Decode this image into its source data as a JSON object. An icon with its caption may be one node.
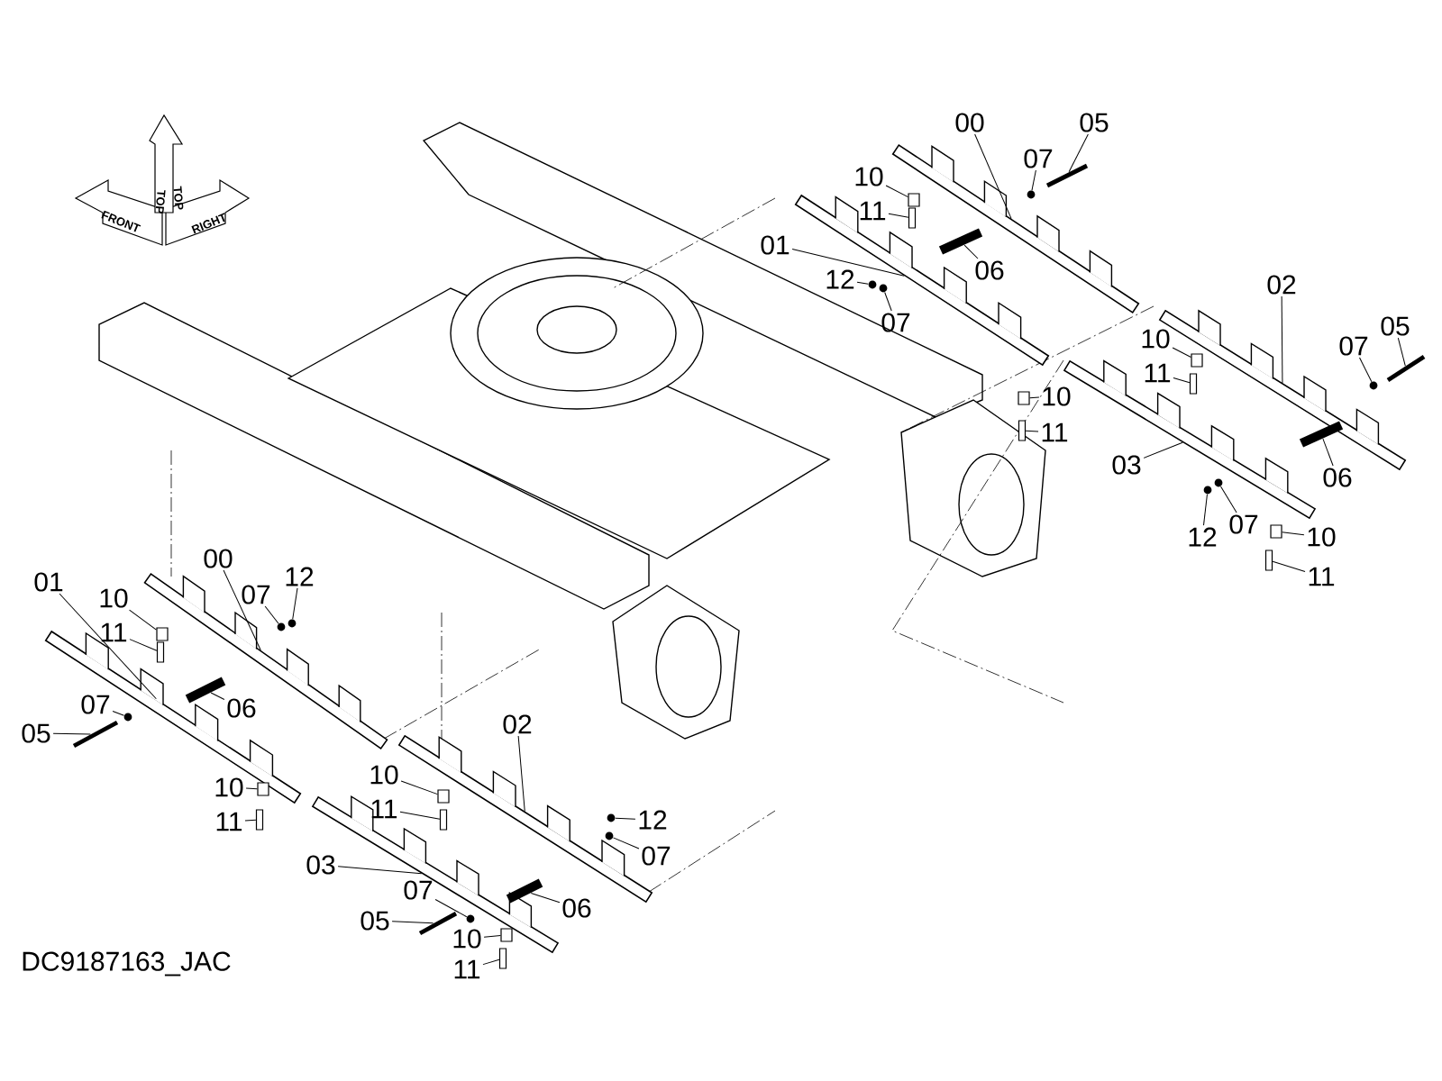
{
  "diagram": {
    "nodes": [
      {
        "text": [
          "00"
        ]
      },
      {
        "text": [
          "05"
        ]
      },
      {
        "text": [
          "07"
        ]
      },
      {
        "text": [
          "10"
        ]
      },
      {
        "text": [
          "11"
        ]
      },
      {
        "text": [
          "01"
        ]
      },
      {
        "text": [
          "06"
        ]
      },
      {
        "text": [
          "12"
        ]
      },
      {
        "text": [
          "07"
        ]
      },
      {
        "text": [
          "10"
        ]
      },
      {
        "text": [
          "11"
        ]
      },
      {
        "text": [
          "02"
        ]
      },
      {
        "text": [
          "07"
        ]
      },
      {
        "text": [
          "05"
        ]
      },
      {
        "text": [
          "10"
        ]
      },
      {
        "text": [
          "11"
        ]
      },
      {
        "text": [
          "03"
        ]
      },
      {
        "text": [
          "06"
        ]
      },
      {
        "text": [
          "12"
        ]
      },
      {
        "text": [
          "07"
        ]
      },
      {
        "text": [
          "10"
        ]
      },
      {
        "text": [
          "11"
        ]
      },
      {
        "text": [
          "01"
        ]
      },
      {
        "text": [
          "00"
        ]
      },
      {
        "text": [
          "07"
        ]
      },
      {
        "text": [
          "12"
        ]
      },
      {
        "text": [
          "10"
        ]
      },
      {
        "text": [
          "11"
        ]
      },
      {
        "text": [
          "06"
        ]
      },
      {
        "text": [
          "07"
        ]
      },
      {
        "text": [
          "05"
        ]
      },
      {
        "text": [
          "10"
        ]
      },
      {
        "text": [
          "11"
        ]
      },
      {
        "text": [
          "03"
        ]
      },
      {
        "text": [
          "02"
        ]
      },
      {
        "text": [
          "10"
        ]
      },
      {
        "text": [
          "11"
        ]
      },
      {
        "text": [
          "12"
        ]
      },
      {
        "text": [
          "07"
        ]
      },
      {
        "text": [
          "07"
        ]
      },
      {
        "text": [
          "05"
        ]
      },
      {
        "text": [
          "06"
        ]
      },
      {
        "text": [
          "10"
        ]
      },
      {
        "text": [
          "11"
        ]
      },
      {
        "text": [],
        "shape": "picture"
      },
      {
        "text": [],
        "shape": "bar"
      },
      {
        "text": [],
        "shape": "circle"
      },
      {
        "text": [],
        "shape": "box"
      },
      {
        "text": [],
        "shape": "box"
      },
      {
        "text": [],
        "shape": "picture"
      },
      {
        "text": [],
        "shape": "bar"
      },
      {
        "text": [],
        "shape": "circle"
      },
      {
        "text": [],
        "shape": "circle"
      },
      {
        "text": [],
        "shape": "box"
      },
      {
        "text": [],
        "shape": "box"
      },
      {
        "text": [],
        "shape": "picture"
      },
      {
        "text": [],
        "shape": "circle"
      },
      {
        "text": [],
        "shape": "bar"
      },
      {
        "text": [],
        "shape": "box"
      },
      {
        "text": [],
        "shape": "box"
      },
      {
        "text": [],
        "shape": "picture"
      },
      {
        "text": [],
        "shape": "bar"
      },
      {
        "text": [],
        "shape": "circle"
      },
      {
        "text": [],
        "shape": "circle"
      },
      {
        "text": [],
        "shape": "box"
      },
      {
        "text": [],
        "shape": "box"
      },
      {
        "text": [],
        "shape": "picture"
      },
      {
        "text": [],
        "shape": "picture"
      },
      {
        "text": [],
        "shape": "circle"
      },
      {
        "text": [],
        "shape": "circle"
      },
      {
        "text": [],
        "shape": "box"
      },
      {
        "text": [],
        "shape": "box"
      },
      {
        "text": [],
        "shape": "bar"
      },
      {
        "text": [],
        "shape": "circle"
      },
      {
        "text": [],
        "shape": "bar"
      },
      {
        "text": [],
        "shape": "box"
      },
      {
        "text": [],
        "shape": "box"
      },
      {
        "text": [],
        "shape": "picture"
      },
      {
        "text": [],
        "shape": "picture"
      },
      {
        "text": [],
        "shape": "box"
      },
      {
        "text": [],
        "shape": "box"
      },
      {
        "text": [],
        "shape": "circle"
      },
      {
        "text": [],
        "shape": "circle"
      },
      {
        "text": [],
        "shape": "circle"
      },
      {
        "text": [],
        "shape": "bar"
      },
      {
        "text": [],
        "shape": "bar"
      },
      {
        "text": [],
        "shape": "box"
      },
      {
        "text": [],
        "shape": "box"
      }
    ],
    "edges": [
      {
        "from": 0,
        "to": 44,
        "arrow": "none"
      },
      {
        "from": 1,
        "to": 45,
        "arrow": "none"
      },
      {
        "from": 2,
        "to": 46,
        "arrow": "none"
      },
      {
        "from": 3,
        "to": 47,
        "arrow": "none"
      },
      {
        "from": 4,
        "to": 48,
        "arrow": "none"
      },
      {
        "from": 5,
        "to": 49,
        "arrow": "none"
      },
      {
        "from": 6,
        "to": 50,
        "arrow": "none"
      },
      {
        "from": 7,
        "to": 51,
        "arrow": "none"
      },
      {
        "from": 8,
        "to": 52,
        "arrow": "none"
      },
      {
        "from": 9,
        "to": 53,
        "arrow": "none"
      },
      {
        "from": 10,
        "to": 54,
        "arrow": "none"
      },
      {
        "from": 11,
        "to": 55,
        "arrow": "none"
      },
      {
        "from": 12,
        "to": 56,
        "arrow": "none"
      },
      {
        "from": 13,
        "to": 57,
        "arrow": "none"
      },
      {
        "from": 14,
        "to": 58,
        "arrow": "none"
      },
      {
        "from": 15,
        "to": 59,
        "arrow": "none"
      },
      {
        "from": 16,
        "to": 60,
        "arrow": "none"
      },
      {
        "from": 17,
        "to": 61,
        "arrow": "none"
      },
      {
        "from": 18,
        "to": 62,
        "arrow": "none"
      },
      {
        "from": 19,
        "to": 63,
        "arrow": "none"
      },
      {
        "from": 20,
        "to": 64,
        "arrow": "none"
      },
      {
        "from": 21,
        "to": 65,
        "arrow": "none"
      },
      {
        "from": 22,
        "to": 66,
        "arrow": "none"
      },
      {
        "from": 23,
        "to": 67,
        "arrow": "none"
      },
      {
        "from": 24,
        "to": 68,
        "arrow": "none"
      },
      {
        "from": 25,
        "to": 69,
        "arrow": "none"
      },
      {
        "from": 26,
        "to": 70,
        "arrow": "none"
      },
      {
        "from": 27,
        "to": 71,
        "arrow": "none"
      },
      {
        "from": 28,
        "to": 72,
        "arrow": "none"
      },
      {
        "from": 29,
        "to": 73,
        "arrow": "none"
      },
      {
        "from": 30,
        "to": 74,
        "arrow": "none"
      },
      {
        "from": 31,
        "to": 75,
        "arrow": "none"
      },
      {
        "from": 32,
        "to": 76,
        "arrow": "none"
      },
      {
        "from": 33,
        "to": 77,
        "arrow": "none"
      },
      {
        "from": 34,
        "to": 78,
        "arrow": "none"
      },
      {
        "from": 35,
        "to": 79,
        "arrow": "none"
      },
      {
        "from": 36,
        "to": 80,
        "arrow": "none"
      },
      {
        "from": 37,
        "to": 81,
        "arrow": "none"
      },
      {
        "from": 38,
        "to": 82,
        "arrow": "none"
      },
      {
        "from": 39,
        "to": 83,
        "arrow": "none"
      },
      {
        "from": 40,
        "to": 84,
        "arrow": "none"
      },
      {
        "from": 41,
        "to": 85,
        "arrow": "none"
      },
      {
        "from": 42,
        "to": 86,
        "arrow": "none"
      },
      {
        "from": 43,
        "to": 87,
        "arrow": "none"
      }
    ],
    "labels": [
      "FRONT",
      "TOP",
      "TOP",
      "RIGHT",
      "DC9187163_JAC"
    ]
  }
}
